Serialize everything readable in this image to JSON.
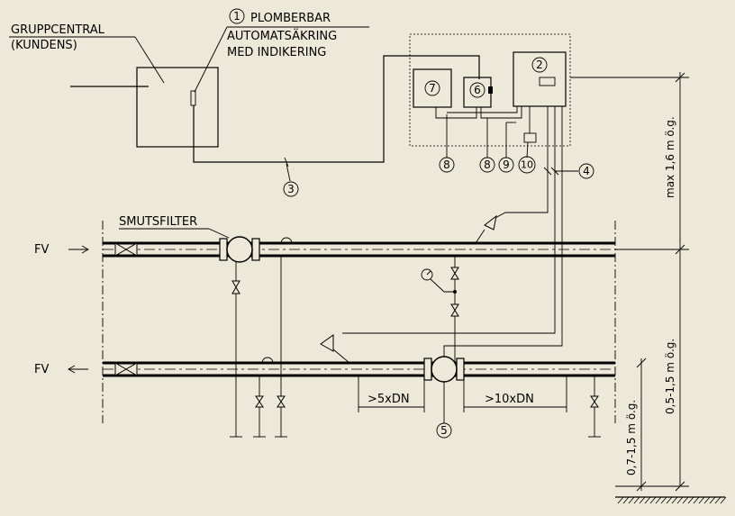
{
  "labels": {
    "gruppcentral_1": "GRUPPCENTRAL",
    "gruppcentral_2": "(KUNDENS)",
    "plomberbar": "PLOMBERBAR",
    "automatsakring": "AUTOMATSÄKRING",
    "med_indikering": "MED INDIKERING",
    "smutsfilter": "SMUTSFILTER",
    "fv_supply": "FV",
    "fv_return": "FV",
    "dist_5xdn": ">5xDN",
    "dist_10xdn": ">10xDN",
    "height_top": "max 1,6 m ö.g.",
    "height_mid": "0,5-1,5 m ö.g.",
    "height_low": "0,7-1,5 m ö.g."
  },
  "callouts": {
    "n1": "1",
    "n2": "2",
    "n3": "3",
    "n4": "4",
    "n5": "5",
    "n6": "6",
    "n7": "7",
    "n8a": "8",
    "n8b": "8",
    "n9": "9",
    "n10": "10"
  },
  "colors": {
    "background": "#ece9d8",
    "ink": "#000000"
  }
}
